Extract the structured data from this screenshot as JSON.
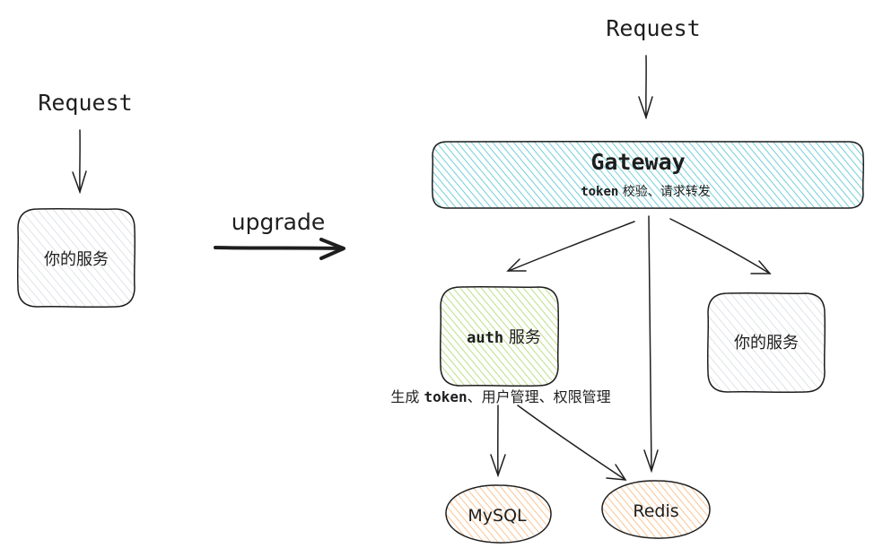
{
  "left": {
    "request_label": "Request",
    "service_label": "你的服务"
  },
  "upgrade_label": "upgrade",
  "right": {
    "request_label": "Request",
    "gateway": {
      "title": "Gateway",
      "subtitle_code": "token",
      "subtitle_text": " 校验、请求转发"
    },
    "auth": {
      "code": "auth",
      "text": " 服务",
      "caption_prefix": "生成 ",
      "caption_code": "token",
      "caption_suffix": "、用户管理、权限管理"
    },
    "service_label": "你的服务",
    "mysql_label": "MySQL",
    "redis_label": "Redis"
  },
  "colors": {
    "stroke": "#1e1e1e",
    "gateway_fill": "#15aabf",
    "auth_fill": "#82c91e",
    "service_fill": "#ced4da",
    "db_fill": "#fd7e14"
  }
}
